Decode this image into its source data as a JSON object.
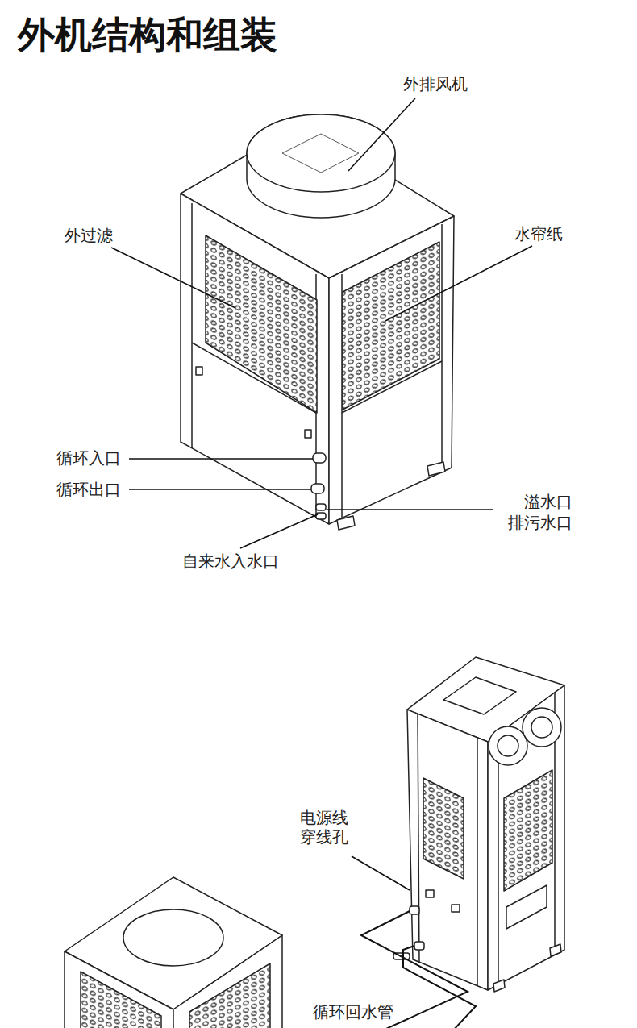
{
  "diagram": {
    "title": "外机结构和组装",
    "labels": [
      "外排风机",
      "外过滤",
      "水帘纸",
      "循环入口",
      "循环出口",
      "溢水口",
      "排污水口",
      "自来水入水口",
      "电源线 穿线孔",
      "循环回水管"
    ]
  }
}
